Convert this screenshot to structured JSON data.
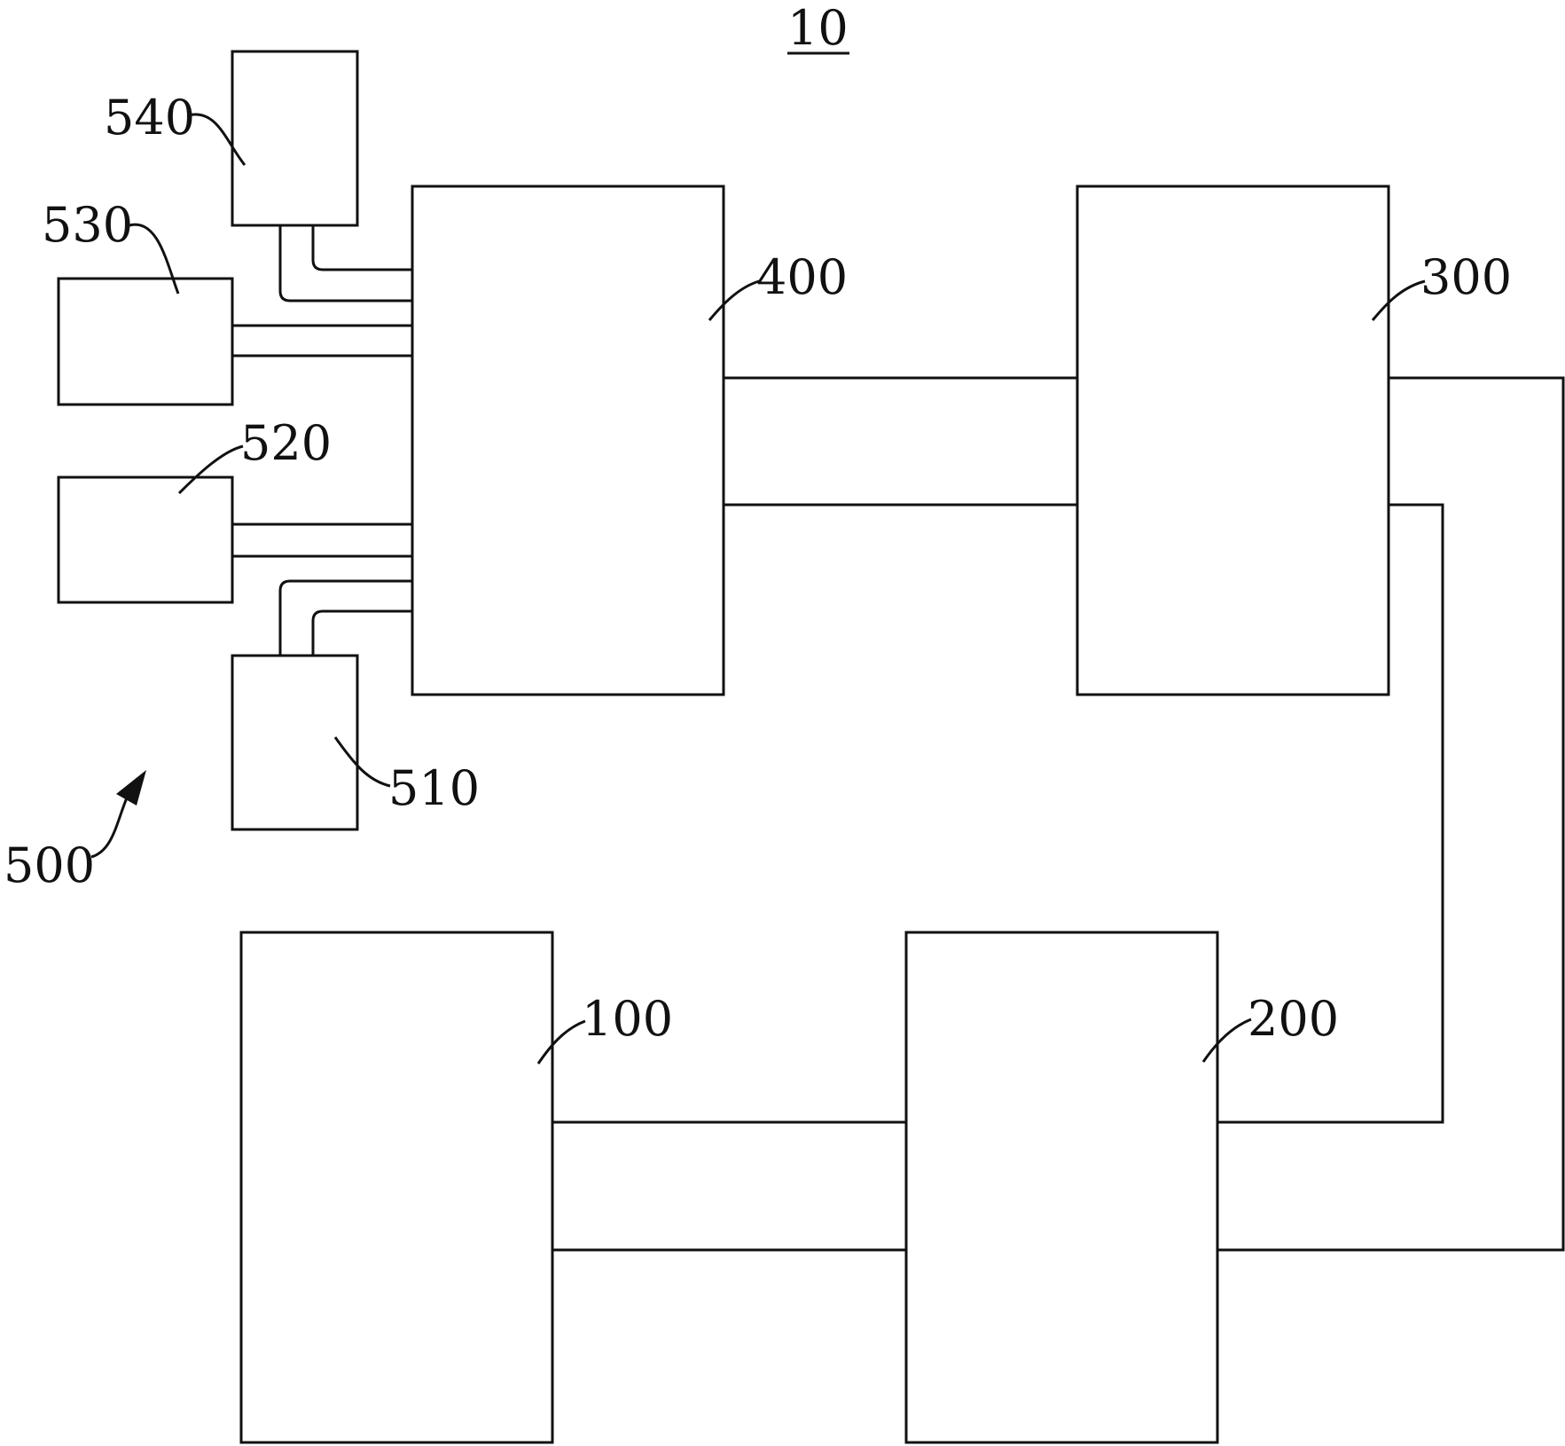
{
  "figure": {
    "title": "10"
  },
  "labels": {
    "sys_100": "100",
    "sys_200": "200",
    "sys_300": "300",
    "sys_400": "400",
    "sys_500": "500",
    "sys_510": "510",
    "sys_520": "520",
    "sys_530": "530",
    "sys_540": "540"
  },
  "colors": {
    "stroke": "#111111",
    "background": "#ffffff"
  }
}
